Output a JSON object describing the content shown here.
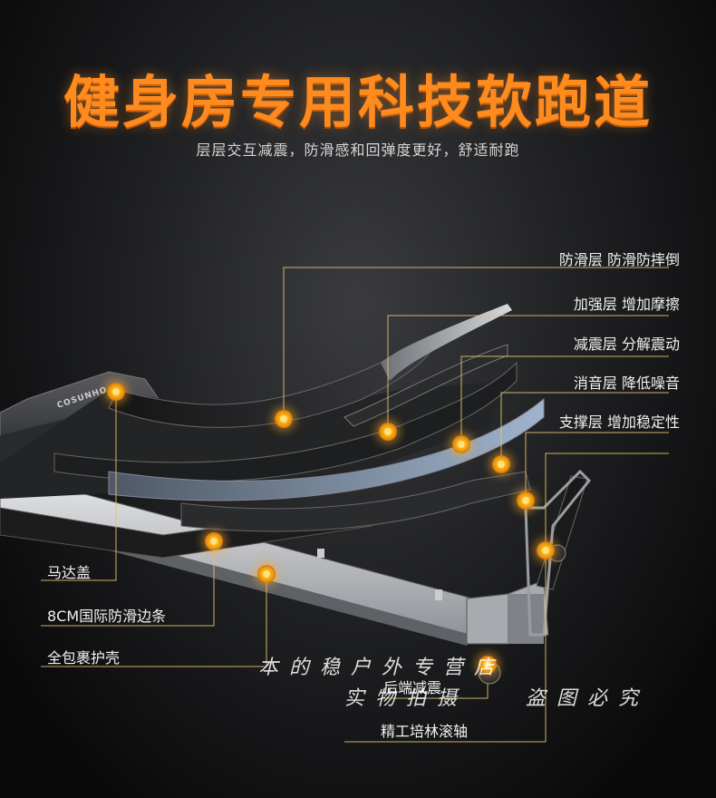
{
  "header": {
    "title": "健身房专用科技软跑道",
    "subtitle": "层层交互减震，防滑感和回弹度更好，舒适耐跑"
  },
  "brand_mark": "COSUNHO",
  "layers": [
    {
      "name": "防滑层",
      "desc": "防滑防摔倒"
    },
    {
      "name": "加强层",
      "desc": "增加摩擦"
    },
    {
      "name": "减震层",
      "desc": "分解震动"
    },
    {
      "name": "消音层",
      "desc": "降低噪音"
    },
    {
      "name": "支撑层",
      "desc": "增加稳定性"
    }
  ],
  "left_labels": [
    "马达盖",
    "8CM国际防滑边条",
    "全包裹护壳"
  ],
  "bottom_labels": [
    "后端减震",
    "精工培林滚轴"
  ],
  "watermark": {
    "line1": "本的稳户外专营店",
    "line2": "实物拍摄",
    "line3": "盗图必究"
  },
  "colors": {
    "accent": "#ff8a1e",
    "callout": "#f3a410",
    "line": "#e8c070"
  }
}
